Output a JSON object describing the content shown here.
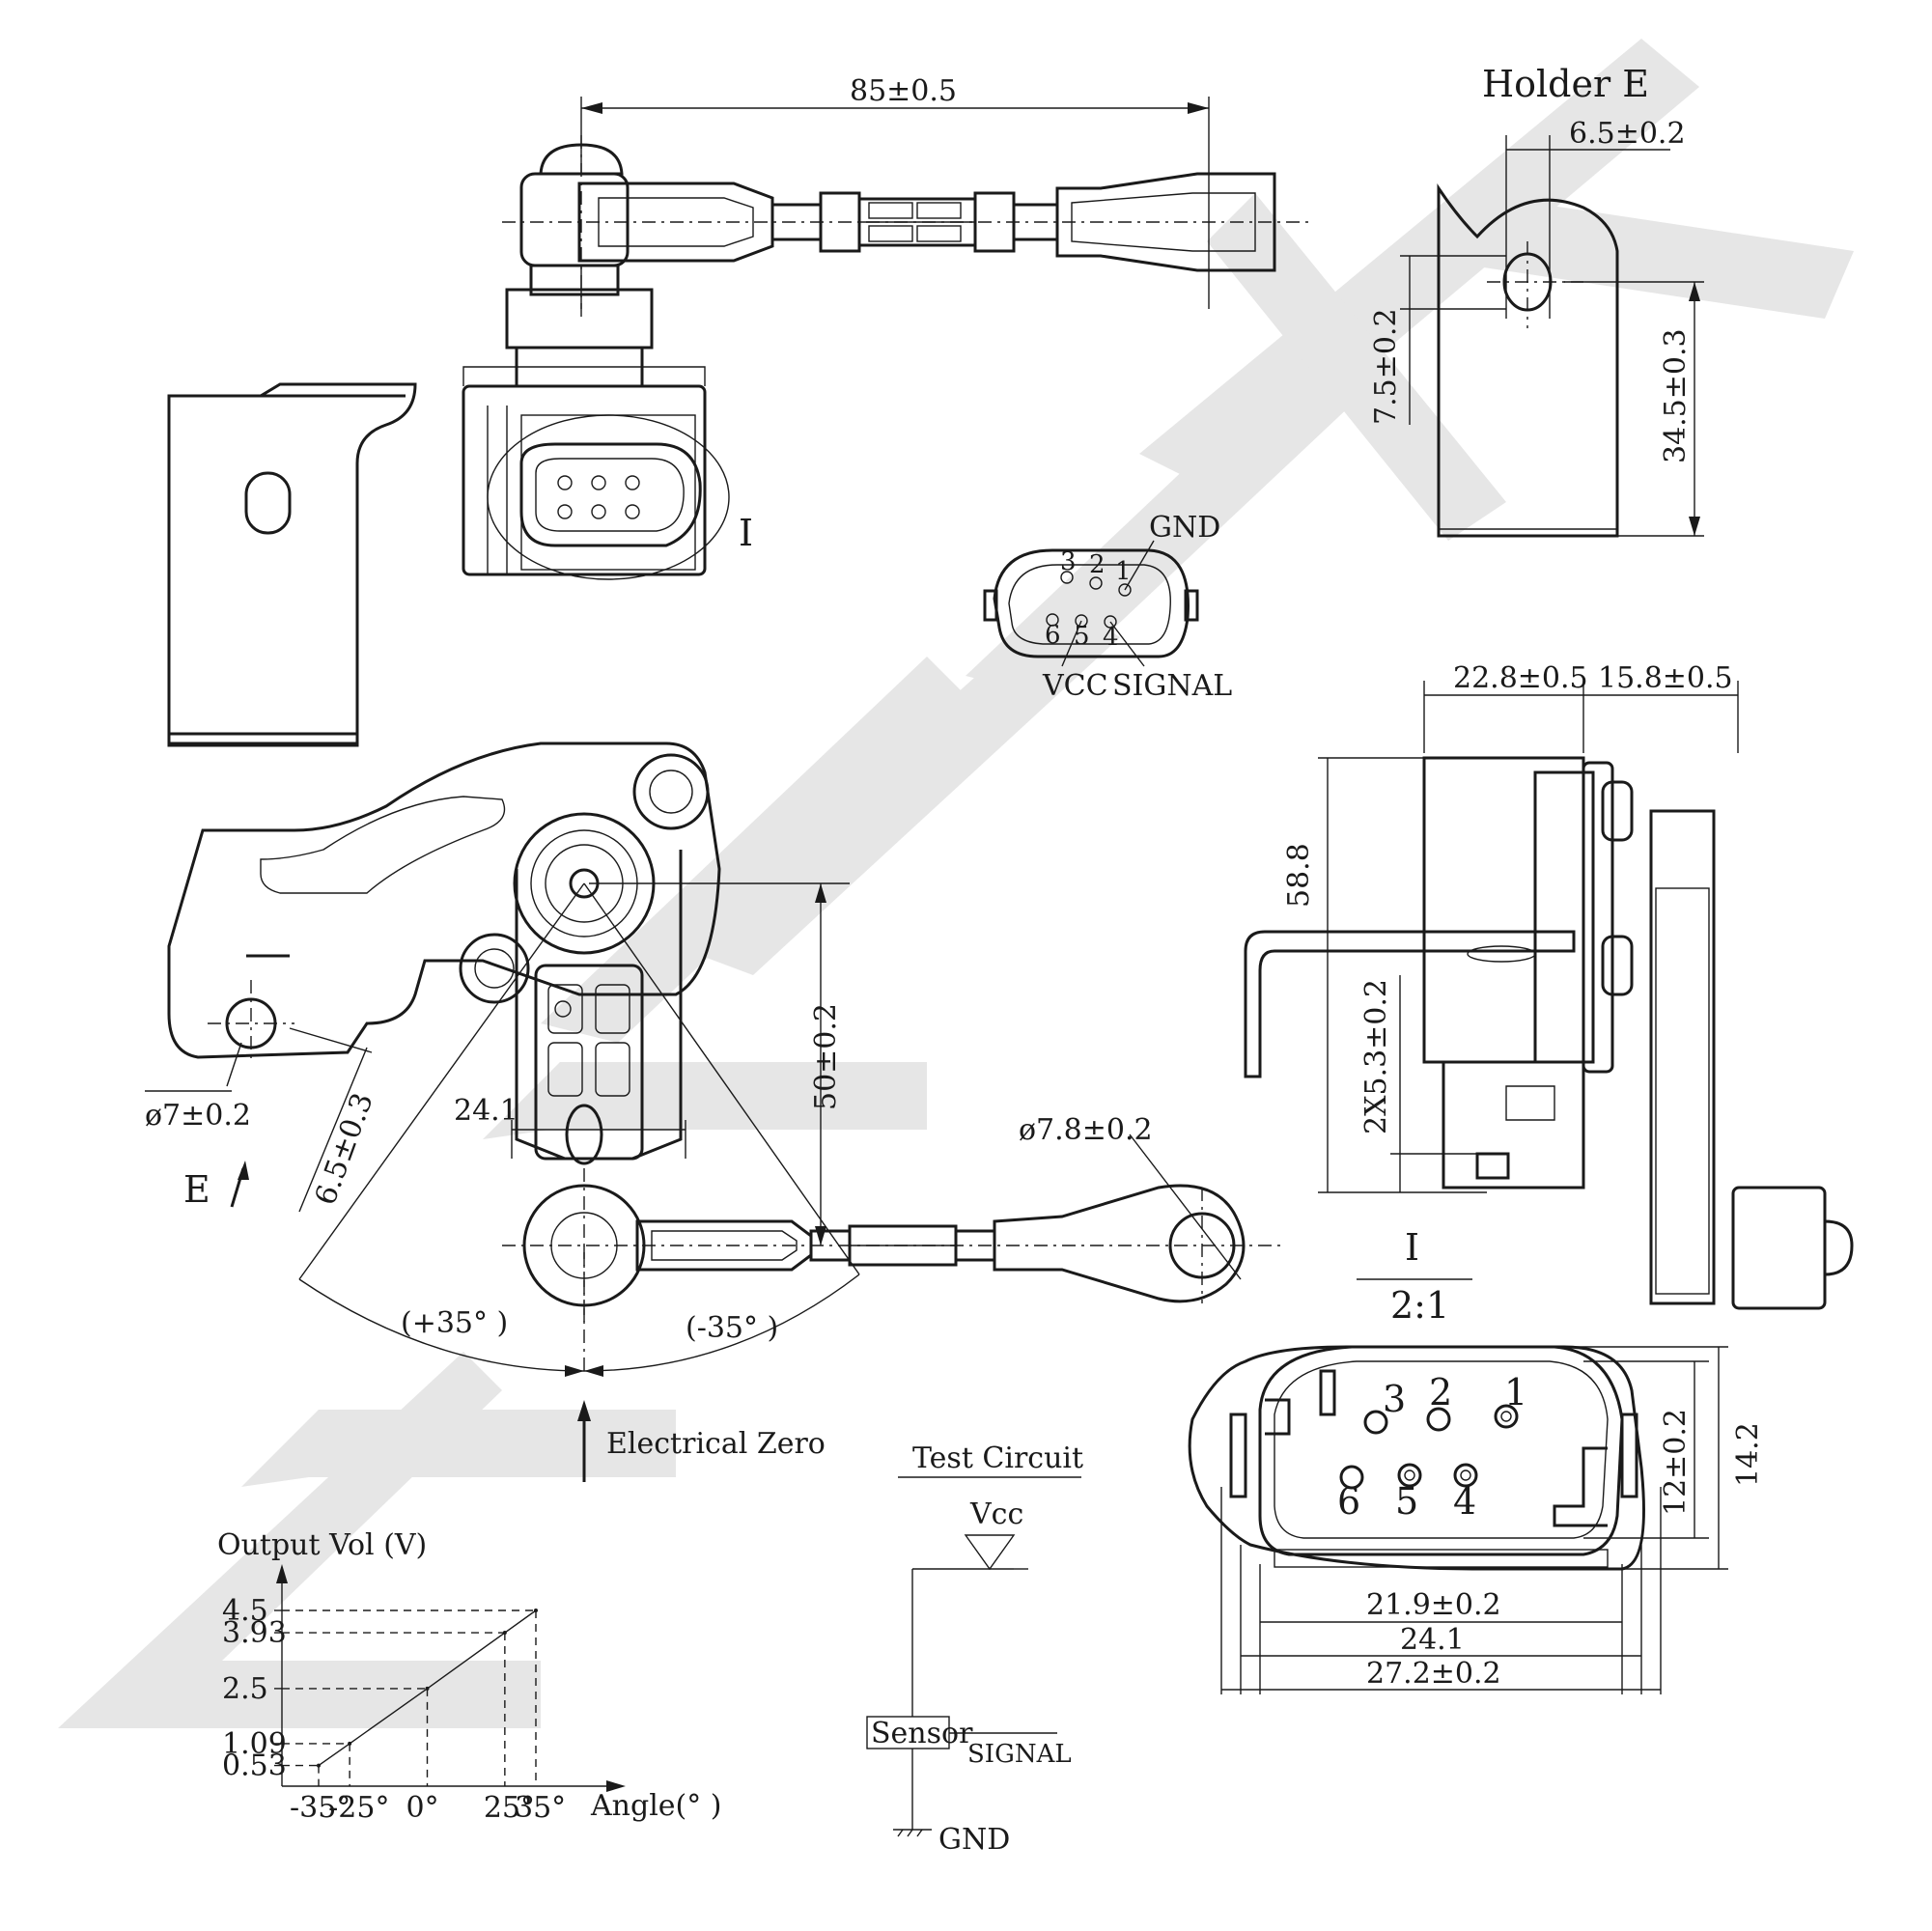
{
  "dimensions": {
    "top_length": "85±0.5",
    "holder_title": "Holder E",
    "holder_hole_offset": "6.5±0.2",
    "holder_hole_height": "7.5±0.2",
    "holder_height": "34.5±0.3",
    "side_width_a": "22.8±0.5",
    "side_width_b": "15.8±0.5",
    "side_height": "58.8",
    "side_pitch": "2X5.3±0.2",
    "hole_dia": "ø7±0.2",
    "hole_offset": "6.5±0.3",
    "view_arrow": "E",
    "lever_offset": "24.1",
    "lever_height": "50±0.2",
    "ball_dia": "ø7.8±0.2",
    "angle_plus": "(+35° )",
    "angle_minus": "(-35° )",
    "electrical_zero": "Electrical Zero",
    "detail_label": "I",
    "detail_scale": "2:1",
    "conn_height_a": "12±0.2",
    "conn_height_b": "14.2",
    "conn_width_a": "21.9±0.2",
    "conn_width_b": "24.1",
    "conn_width_c": "27.2±0.2"
  },
  "connector_pinout": {
    "gnd": "GND",
    "vcc": "VCC",
    "signal": "SIGNAL",
    "pins": [
      "1",
      "2",
      "3",
      "4",
      "5",
      "6"
    ]
  },
  "test_circuit": {
    "title": "Test Circuit",
    "vcc": "Vcc",
    "sensor": "Sensor",
    "signal": "SIGNAL",
    "gnd": "GND"
  },
  "chart_data": {
    "type": "line",
    "title": "",
    "ylabel": "Output Vol (V)",
    "xlabel": "Angle(° )",
    "x": [
      -35,
      -25,
      0,
      25,
      35
    ],
    "y": [
      0.53,
      1.09,
      2.5,
      3.93,
      4.5
    ],
    "xticks": [
      "-35°",
      "-25°",
      "0°",
      "25°",
      "35°"
    ],
    "yticks": [
      "0.53",
      "1.09",
      "2.5",
      "3.93",
      "4.5"
    ],
    "xlim": [
      -35,
      35
    ],
    "ylim": [
      0,
      4.5
    ],
    "grid": false
  }
}
